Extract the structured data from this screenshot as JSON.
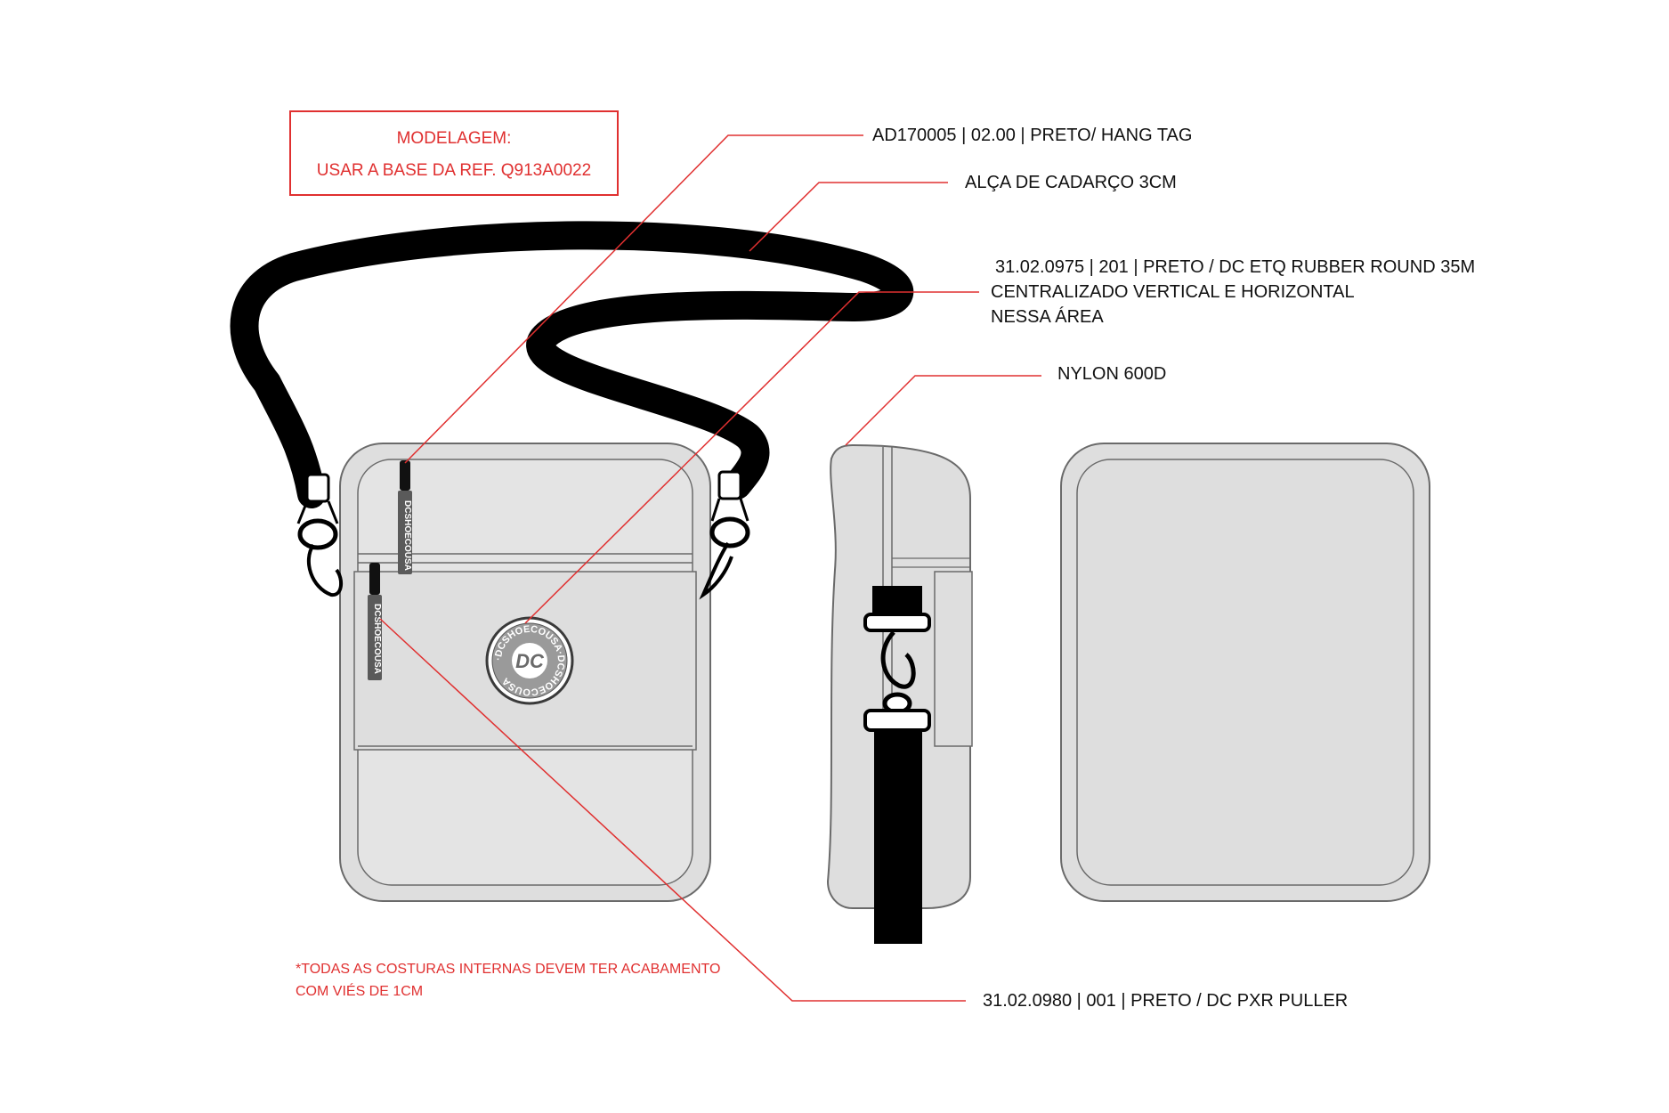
{
  "note": {
    "line1": "MODELAGEM:",
    "line2": "USAR A BASE DA REF. Q913A0022"
  },
  "callouts": {
    "hang_tag": "AD170005 | 02.00 | PRETO/ HANG TAG",
    "strap": "ALÇA DE CADARÇO 3CM",
    "rubber_tag_line1": "31.02.0975 | 201 | PRETO /  DC ETQ RUBBER ROUND 35M",
    "rubber_tag_line2": "CENTRALIZADO VERTICAL E HORIZONTAL",
    "rubber_tag_line3": "NESSA ÁREA",
    "fabric": "NYLON 600D",
    "puller": "31.02.0980 | 001 | PRETO /  DC PXR PULLER"
  },
  "footnote": {
    "line1": "*TODAS AS COSTURAS INTERNAS DEVEM TER ACABAMENTO",
    "line2": "COM VIÉS DE 1CM"
  },
  "puller_text": "DCSHOECOUSA",
  "badge": {
    "ring_text": "·DCSHOECOUSA·DCSHOECOUSA",
    "logo_text": "DC"
  },
  "colors": {
    "leader_line": "#e03030",
    "note_text": "#e03030",
    "strap": "#000000",
    "bag_fill": "#dedede",
    "bag_outline": "#6a6a6a"
  },
  "icons": {
    "clasp": "swivel-snap-hook-icon",
    "puller": "zipper-puller-icon",
    "badge": "dc-rubber-round-badge"
  }
}
